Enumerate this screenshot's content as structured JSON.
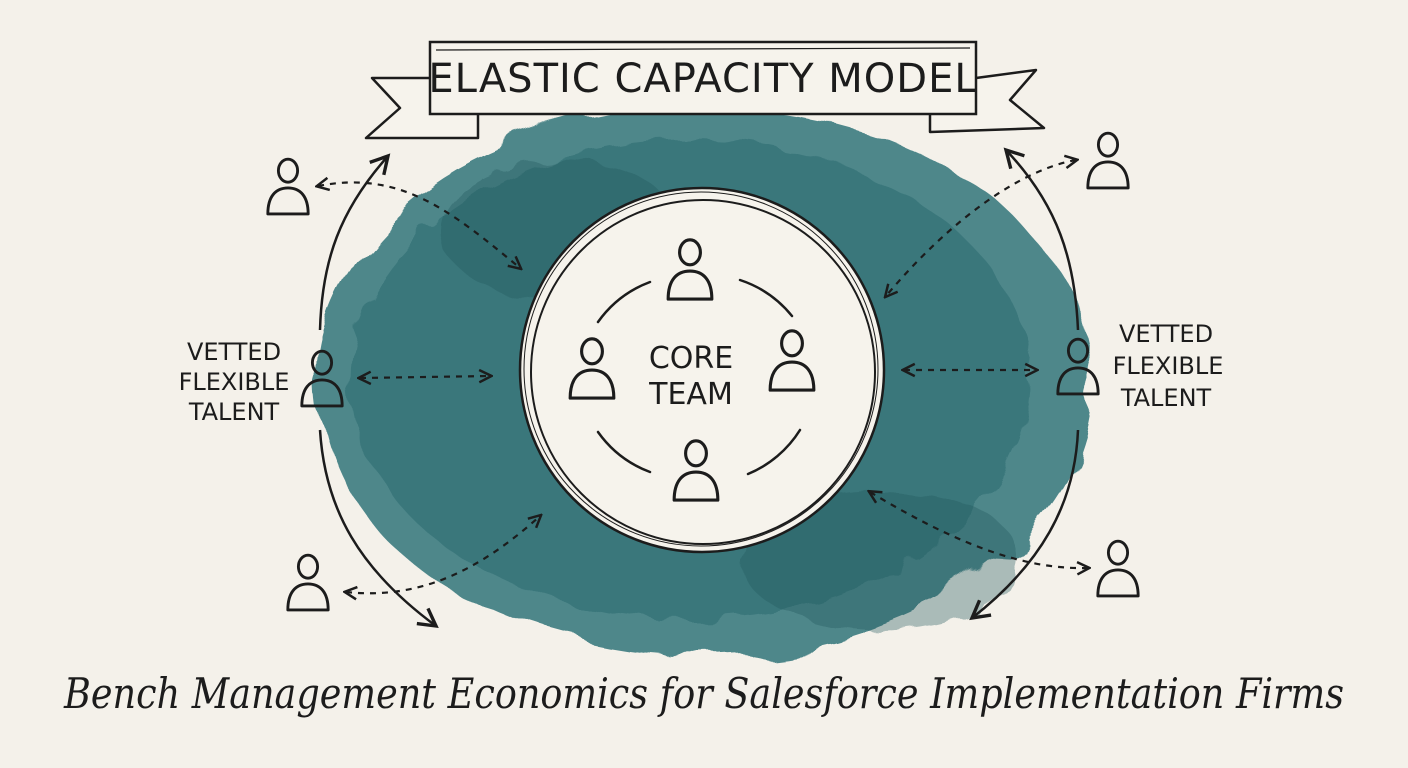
{
  "title": "ELASTIC CAPACITY MODEL",
  "core": {
    "label_line1": "CORE",
    "label_line2": "TEAM"
  },
  "side_labels": {
    "left": [
      "VETTED",
      "FLEXIBLE",
      "TALENT"
    ],
    "right": [
      "VETTED",
      "FLEXIBLE",
      "TALENT"
    ]
  },
  "caption": "Bench Management Economics for Salesforce Implementation Firms",
  "colors": {
    "paper": "#f4f1ea",
    "ink": "#1c1c1c",
    "watercolor": "#2f6e73",
    "core_fill": "#f6f3ec"
  },
  "icons": {
    "person": "person-icon",
    "arrow": "dashed-two-way-arrow"
  }
}
